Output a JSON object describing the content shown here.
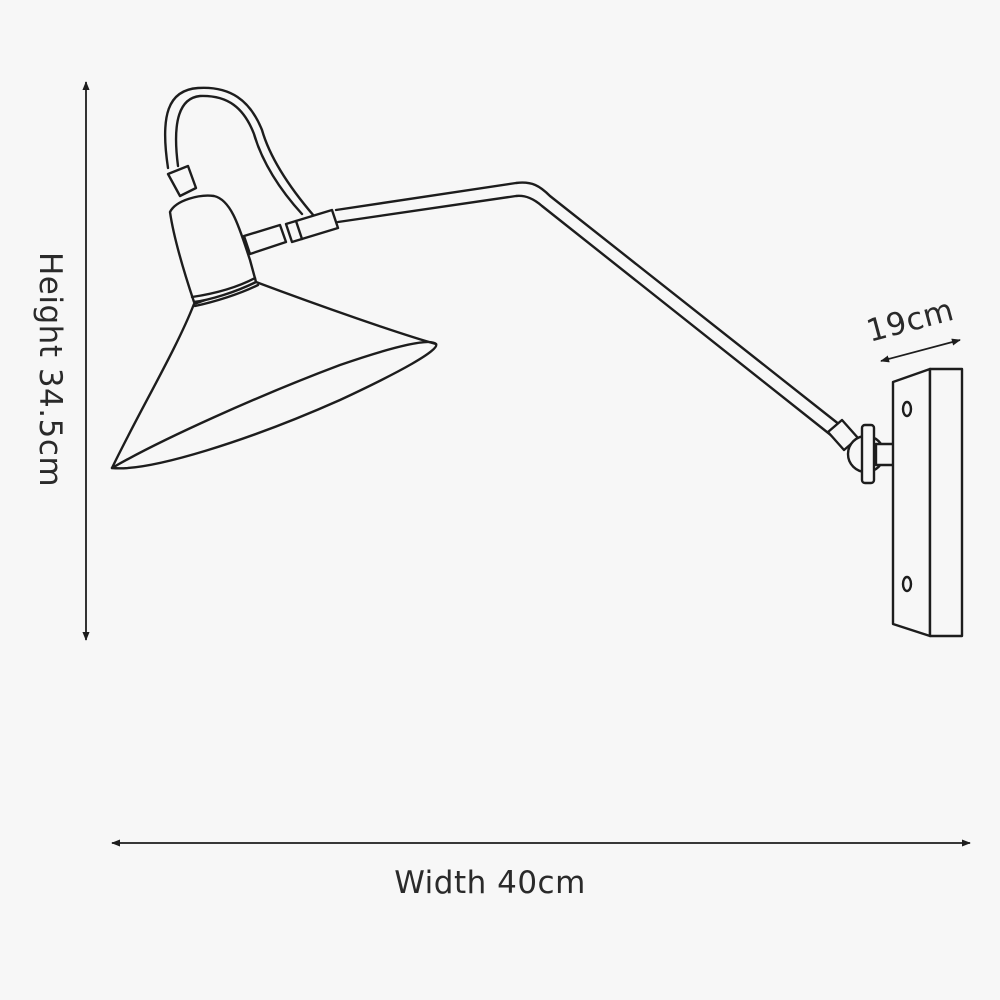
{
  "labels": {
    "height": "Height 34.5cm",
    "width": "Width 40cm",
    "depth": "19cm"
  },
  "colors": {
    "background": "#f7f7f7",
    "line": "#1d1d1d",
    "text": "#2a2a2a"
  }
}
